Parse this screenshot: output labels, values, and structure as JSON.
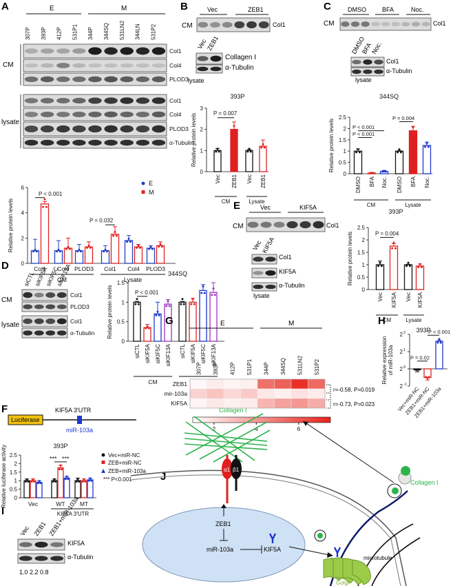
{
  "panels": {
    "A": {
      "letter": "A",
      "group_E": "E",
      "group_M": "M",
      "samples": [
        "307P",
        "393P",
        "412P",
        "531P1",
        "344P",
        "344SQ",
        "531LN2",
        "344LN",
        "531P2"
      ],
      "cm_label": "CM",
      "lysate_label": "lysate",
      "cm_bands": [
        "Col1",
        "Col4",
        "PLOD3"
      ],
      "lysate_bands": [
        "Col1",
        "Col4",
        "PLOD3",
        "α-Tubulin"
      ],
      "ylabel": "Relative protein levels",
      "legend": [
        "E",
        "M"
      ],
      "pval_1": "P < 0.001",
      "pval_2": "P = 0.032",
      "xcats": [
        "Col1",
        "Col4",
        "PLOD3",
        "Col1",
        "Col4",
        "PLOD3"
      ],
      "group_cm": "CM",
      "group_lysate": "Lysate"
    },
    "B": {
      "letter": "B",
      "blot_vec": "Vec",
      "blot_zeb": "ZEB1",
      "cm": "CM",
      "col1": "Col1",
      "lys_vec": "Vec",
      "lys_zeb": "ZEB1",
      "lys_bands": [
        "Collagen I",
        "α-Tubulin"
      ],
      "lysate": "lysate",
      "chart_title": "393P",
      "ylabel": "Relative protein levels",
      "pval": "P = 0.007",
      "xcats": [
        "Vec",
        "ZEB1",
        "Vec",
        "ZEB1"
      ],
      "group_cm": "CM",
      "group_lysate": "Lysate"
    },
    "C": {
      "letter": "C",
      "blot_cols": [
        "DMSO",
        "BFA",
        "Noc."
      ],
      "cm": "CM",
      "col1": "Col1",
      "lys_cols": [
        "DMSO",
        "BFA",
        "Noc."
      ],
      "lys_bands": [
        "Col1",
        "α-Tubulin"
      ],
      "lysate": "lysate",
      "chart_title": "344SQ",
      "ylabel": "Relative protein levels",
      "pval_1": "P < 0.001",
      "pval_2": "P < 0.001",
      "pval_3": "P = 0.004",
      "xcats": [
        "DMSO",
        "BFA",
        "Noc.",
        "DMSO",
        "BFA",
        "Noc."
      ],
      "group_cm": "CM",
      "group_lysate": "Lysate"
    },
    "D": {
      "letter": "D",
      "lanes": [
        "siCTL",
        "siKIF5A",
        "siKIF5C",
        "siKIF13A"
      ],
      "cm": "CM",
      "lysate": "lysate",
      "cm_bands": [
        "Col1",
        "PLOD3"
      ],
      "lys_bands": [
        "Col1",
        "α-Tubulin"
      ],
      "chart_title": "344SQ",
      "ylabel": "Relative protein levels",
      "pval": "P < 0.001",
      "xcats": [
        "siCTL",
        "siKIF5A",
        "siKIF5C",
        "siKIF13A",
        "siCTL",
        "siKIF5A",
        "siKIF5C",
        "siKIF13A"
      ],
      "group_cm": "CM",
      "group_lysate": "Lysate"
    },
    "E": {
      "letter": "E",
      "blot_vec": "Vec",
      "blot_kif": "KIF5A",
      "cm": "CM",
      "col1": "Col1",
      "lys_vec": "Vec",
      "lys_kif": "KIF5A",
      "lys_bands": [
        "Col1",
        "KIF5A",
        "α-Tubulin"
      ],
      "lysate": "lysate",
      "chart_title": "393P",
      "ylabel": "Relative protein levels",
      "pval": "P = 0.004",
      "xcats": [
        "Vec",
        "KIF5A",
        "Vec",
        "KIF5A"
      ],
      "group_cm": "CM",
      "group_lysate": "Lysate"
    },
    "F": {
      "letter": "F",
      "luciferase": "Luciferase",
      "utr": "KIF5A 3′UTR",
      "mirna": "miR-103a",
      "chart_title": "393P",
      "ylabel": "Relative luciferase activity",
      "legend": [
        "Vec+miR-NC",
        "ZEB+miR-NC",
        "ZEB+miR-103a"
      ],
      "sig": "***",
      "sig_note": "*** P<0.001",
      "xcats": [
        "Vec",
        "WT",
        "MT"
      ],
      "xgroup": "KIF5A 3′UTR"
    },
    "G": {
      "letter": "G",
      "group_E": "E",
      "group_M": "M",
      "samples": [
        "307P",
        "393P",
        "412P",
        "531P1",
        "344P",
        "344SQ",
        "531LN2",
        "531P2"
      ],
      "rows": [
        "ZEB1",
        "mir-103a",
        "KIF5A"
      ],
      "corr_1": "r=-0.58, P=0.019",
      "corr_2": "r=-0.73, P=0.023"
    },
    "H": {
      "letter": "H",
      "chart_title": "393P",
      "ylabel_1": "Relative expression",
      "ylabel_2": "of miR-103a",
      "pval_1": "P = 0.02",
      "pval_2": "P < 0.001",
      "yticks": [
        "2",
        "2",
        "2",
        "2"
      ],
      "yexp": [
        "-1",
        "0",
        "1",
        "2"
      ],
      "xcats": [
        "Vec+miR-NC",
        "ZEB1+miR-NC",
        "ZEB1+miR-103a"
      ]
    },
    "I": {
      "letter": "I",
      "lanes": [
        "Vec",
        "ZEB1",
        "ZEB1+miR-103a"
      ],
      "bands": [
        "KIF5A",
        "α-Tubulin"
      ],
      "quant": "1.0 2.2 0.8"
    },
    "J": {
      "letter": "J",
      "collagen_top": "Collagen I",
      "collagen_right": "Collagen I",
      "alpha": "α1",
      "beta": "β1",
      "zeb1": "ZEB1",
      "mir": "miR-103a",
      "kif": "KIF5A",
      "microtubule": "microtubule",
      "golgi": "Golgi"
    }
  },
  "chart_data": [
    {
      "type": "bar",
      "panel": "A",
      "categories": [
        "Col1",
        "Col4",
        "PLOD3",
        "Col1",
        "Col4",
        "PLOD3"
      ],
      "groups": [
        "CM",
        "CM",
        "CM",
        "Lysate",
        "Lysate",
        "Lysate"
      ],
      "series": [
        {
          "name": "E",
          "values": [
            1.0,
            1.0,
            1.0,
            1.0,
            1.8,
            1.2
          ],
          "errors": [
            0.9,
            0.8,
            0.5,
            0.4,
            0.4,
            0.2
          ]
        },
        {
          "name": "M",
          "values": [
            4.7,
            1.2,
            1.3,
            2.3,
            1.3,
            1.4
          ],
          "errors": [
            0.2,
            0.8,
            0.4,
            0.6,
            0.2,
            0.3
          ]
        }
      ],
      "ylim": [
        0,
        6
      ],
      "yticks": [
        0,
        2,
        4,
        6
      ],
      "ylabel": "Relative protein levels",
      "colors": {
        "E": "#1f3fbf",
        "M": "#e02020"
      }
    },
    {
      "type": "bar",
      "panel": "B",
      "title": "393P",
      "categories": [
        "Vec",
        "ZEB1",
        "Vec",
        "ZEB1"
      ],
      "values": [
        1.0,
        2.0,
        1.0,
        1.2
      ],
      "errors": [
        0.1,
        0.35,
        0.05,
        0.3
      ],
      "ylim": [
        0,
        3
      ],
      "yticks": [
        0,
        1,
        2,
        3
      ],
      "ylabel": "Relative protein levels"
    },
    {
      "type": "bar",
      "panel": "C",
      "title": "344SQ",
      "categories": [
        "DMSO",
        "BFA",
        "Noc.",
        "DMSO",
        "BFA",
        "Noc."
      ],
      "values": [
        1.0,
        0.03,
        0.1,
        1.0,
        1.9,
        1.25
      ],
      "errors": [
        0.1,
        0.03,
        0.05,
        0.02,
        0.2,
        0.15
      ],
      "ylim": [
        0,
        2.5
      ],
      "yticks": [
        0,
        0.5,
        1,
        1.5,
        2,
        2.5
      ],
      "ylabel": "Relative protein levels"
    },
    {
      "type": "bar",
      "panel": "D",
      "title": "344SQ",
      "categories": [
        "siCTL",
        "siKIF5A",
        "siKIF5C",
        "siKIF13A",
        "siCTL",
        "siKIF5A",
        "siKIF5C",
        "siKIF13A"
      ],
      "values": [
        1.0,
        0.35,
        0.7,
        0.95,
        1.0,
        1.0,
        1.3,
        1.25
      ],
      "errors": [
        0.02,
        0.08,
        0.3,
        0.12,
        0.02,
        0.1,
        0.15,
        0.25
      ],
      "ylim": [
        0,
        1.5
      ],
      "yticks": [
        0,
        0.5,
        1,
        1.5
      ],
      "ylabel": "Relative protein levels"
    },
    {
      "type": "bar",
      "panel": "E",
      "title": "393P",
      "categories": [
        "Vec",
        "KIF5A",
        "Vec",
        "KIF5A"
      ],
      "values": [
        1.0,
        1.75,
        1.0,
        0.95
      ],
      "errors": [
        0.15,
        0.1,
        0.02,
        0.08
      ],
      "ylim": [
        0,
        2.5
      ],
      "yticks": [
        0,
        0.5,
        1,
        1.5,
        2,
        2.5
      ],
      "ylabel": "Relative protein levels"
    },
    {
      "type": "bar",
      "panel": "F",
      "title": "393P",
      "categories": [
        "Vec",
        "WT",
        "MT"
      ],
      "series": [
        {
          "name": "Vec+miR-NC",
          "values": [
            1.0,
            1.0,
            1.0
          ],
          "errors": [
            0.1,
            0.1,
            0.15
          ]
        },
        {
          "name": "ZEB+miR-NC",
          "values": [
            1.0,
            1.75,
            1.0
          ],
          "errors": [
            0.1,
            0.15,
            0.1
          ]
        },
        {
          "name": "ZEB+miR-103a",
          "values": [
            0.9,
            1.15,
            1.05
          ],
          "errors": [
            0.1,
            0.1,
            0.1
          ]
        }
      ],
      "ylim": [
        0,
        2.5
      ],
      "yticks": [
        0,
        0.5,
        1,
        1.5,
        2,
        2.5
      ],
      "ylabel": "Relative luciferase activity"
    },
    {
      "type": "heatmap",
      "panel": "G",
      "rows": [
        "ZEB1",
        "mir-103a",
        "KIF5A"
      ],
      "columns": [
        "307P",
        "393P",
        "412P",
        "531P1",
        "344P",
        "344SQ",
        "531LN2",
        "531P2"
      ],
      "values": [
        [
          1.2,
          1.5,
          1.3,
          1.4,
          4.8,
          5.2,
          6.5,
          5.0
        ],
        [
          2.2,
          2.6,
          2.0,
          2.4,
          1.6,
          1.4,
          1.8,
          1.5
        ],
        [
          1.3,
          1.6,
          1.4,
          1.5,
          3.0,
          3.5,
          3.8,
          3.2
        ]
      ],
      "colorbar_ticks": [
        2,
        4,
        6
      ]
    },
    {
      "type": "bar",
      "panel": "H",
      "title": "393P",
      "scale": "log2",
      "categories": [
        "Vec+miR-NC",
        "ZEB1+miR-NC",
        "ZEB1+miR-103a"
      ],
      "values": [
        -0.05,
        -0.5,
        1.6
      ],
      "errors": [
        0.12,
        0.15,
        0.05
      ],
      "ylim": [
        -1,
        2
      ]
    }
  ]
}
